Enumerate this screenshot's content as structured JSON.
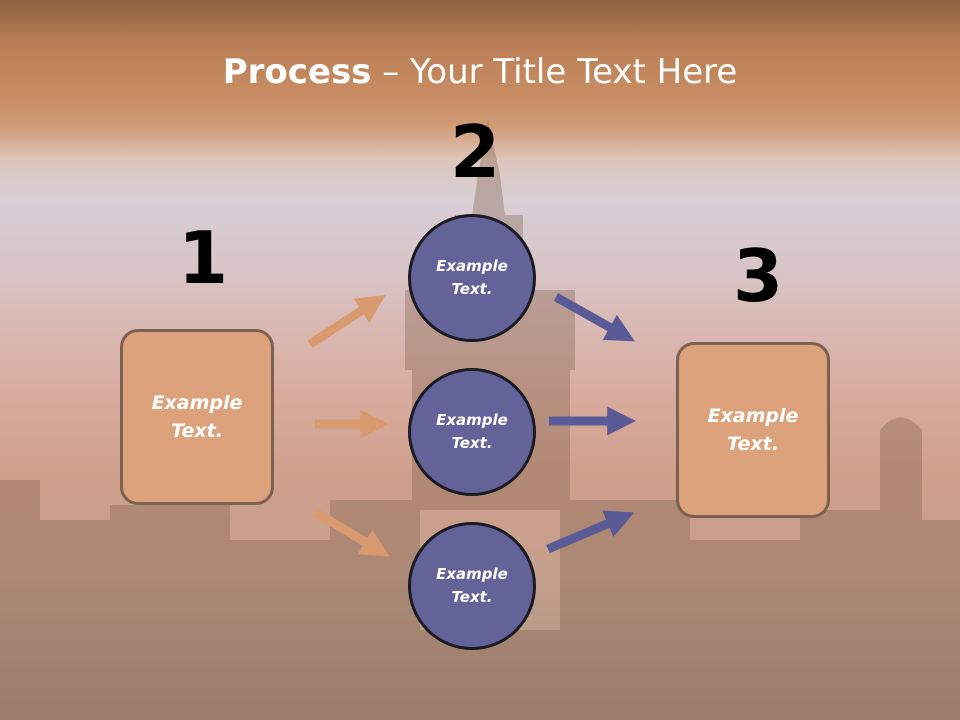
{
  "title": {
    "bold": "Process",
    "rest": " – Your Title Text Here"
  },
  "steps": [
    {
      "number": "1",
      "text": "Example Text."
    },
    {
      "number": "2",
      "items": [
        "Example Text.",
        "Example Text.",
        "Example Text."
      ]
    },
    {
      "number": "3",
      "text": "Example Text."
    }
  ],
  "colors": {
    "box": "#dca27c",
    "circle": "#646399",
    "arrow_orange": "#d99a70",
    "arrow_blue": "#5a5a96"
  }
}
